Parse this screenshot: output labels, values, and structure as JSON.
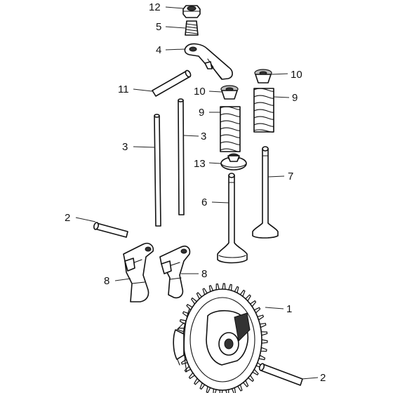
{
  "callouts": {
    "c12": "12",
    "c5": "5",
    "c4": "4",
    "c10_right": "10",
    "c11": "11",
    "c10_left": "10",
    "c9_right": "9",
    "c9_left": "9",
    "c3_left": "3",
    "c3_right": "3",
    "c13": "13",
    "c7": "7",
    "c6": "6",
    "c2_top": "2",
    "c8_left": "8",
    "c8_right": "8",
    "c1": "1",
    "c2_bottom": "2"
  }
}
